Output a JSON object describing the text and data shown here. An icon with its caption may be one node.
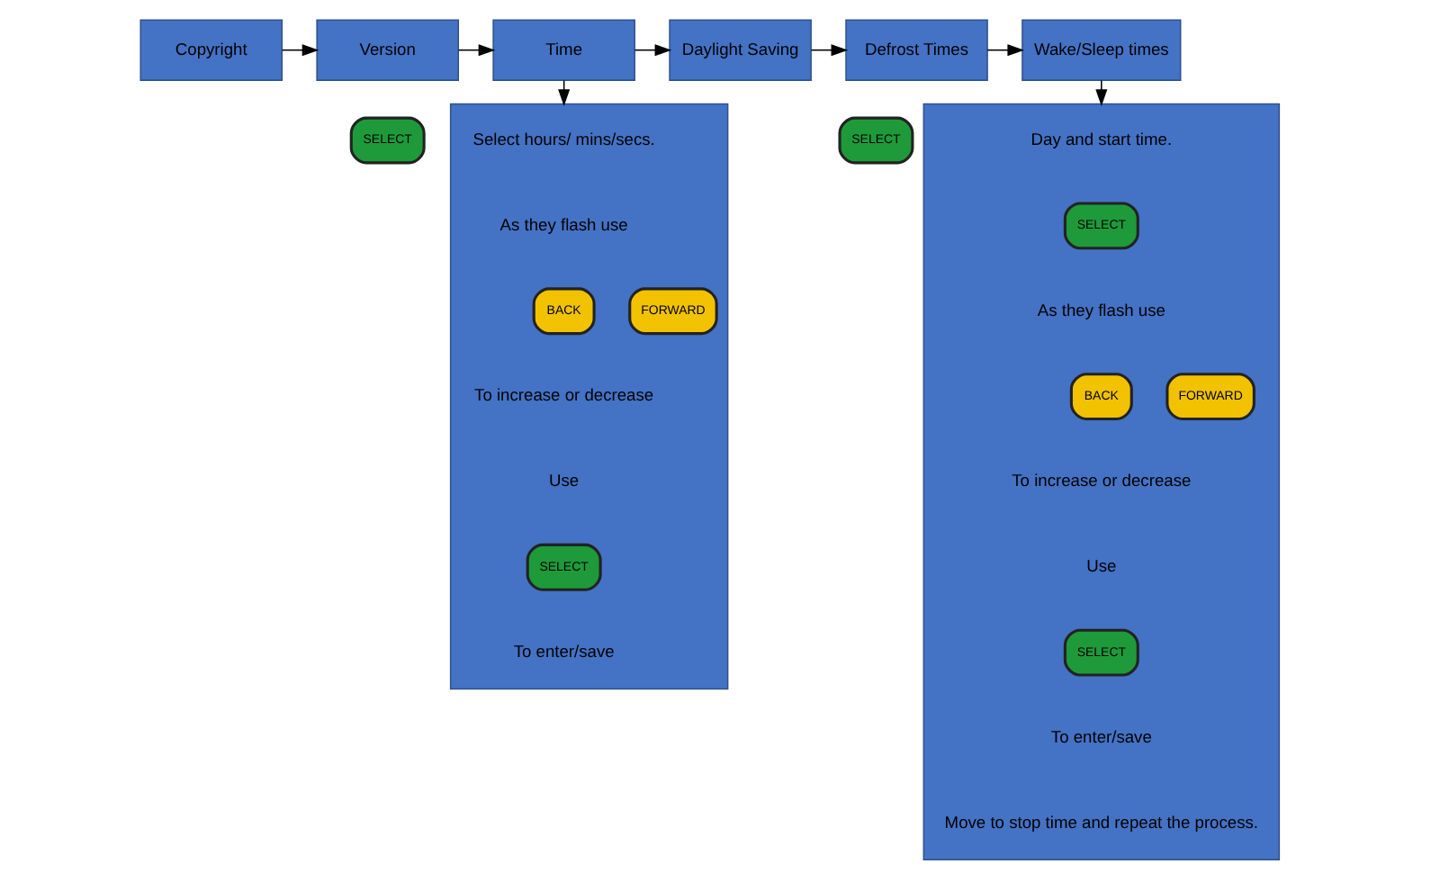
{
  "diagram": {
    "nodes": [
      {
        "text": [
          "Copyright"
        ]
      },
      {
        "text": [
          "Version"
        ]
      },
      {
        "text": [
          "Time"
        ]
      },
      {
        "text": [
          "Daylight Saving"
        ]
      },
      {
        "text": [
          "Defrost Times"
        ]
      },
      {
        "text": [
          "Wake/Sleep times"
        ]
      },
      {
        "text": [
          "SELECT"
        ]
      },
      {
        "text": [
          "SELECT"
        ]
      },
      {
        "text": [],
        "shape": "box"
      },
      {
        "text": [
          "Select hours/ mins/secs."
        ],
        "in": 8
      },
      {
        "text": [
          "As they flash use"
        ],
        "in": 8
      },
      {
        "text": [
          "BACK"
        ],
        "in": 8
      },
      {
        "text": [
          "FORWARD"
        ],
        "in": 8
      },
      {
        "text": [
          "To increase or decrease"
        ],
        "in": 8
      },
      {
        "text": [
          "Use"
        ],
        "in": 8
      },
      {
        "text": [
          "SELECT"
        ],
        "in": 8
      },
      {
        "text": [
          "To enter/save"
        ],
        "in": 8
      },
      {
        "text": [],
        "shape": "box"
      },
      {
        "text": [
          "Day and start time."
        ],
        "in": 17
      },
      {
        "text": [
          "SELECT"
        ],
        "in": 17
      },
      {
        "text": [
          "As they flash use"
        ],
        "in": 17
      },
      {
        "text": [
          "BACK"
        ],
        "in": 17
      },
      {
        "text": [
          "FORWARD"
        ],
        "in": 17
      },
      {
        "text": [
          "To increase or decrease"
        ],
        "in": 17
      },
      {
        "text": [
          "Use"
        ],
        "in": 17
      },
      {
        "text": [
          "SELECT"
        ],
        "in": 17
      },
      {
        "text": [
          "To enter/save"
        ],
        "in": 17
      },
      {
        "text": [
          "Move to stop time and repeat the process."
        ],
        "in": 17
      }
    ],
    "edges": [
      {
        "from": 0,
        "to": 1,
        "arrow": "to"
      },
      {
        "from": 1,
        "to": 2,
        "arrow": "to"
      },
      {
        "from": 2,
        "to": 3,
        "arrow": "to"
      },
      {
        "from": 3,
        "to": 4,
        "arrow": "to"
      },
      {
        "from": 4,
        "to": 5,
        "arrow": "to"
      },
      {
        "from": 2,
        "to": 8,
        "arrow": "to"
      },
      {
        "from": 5,
        "to": 17,
        "arrow": "to"
      }
    ]
  }
}
